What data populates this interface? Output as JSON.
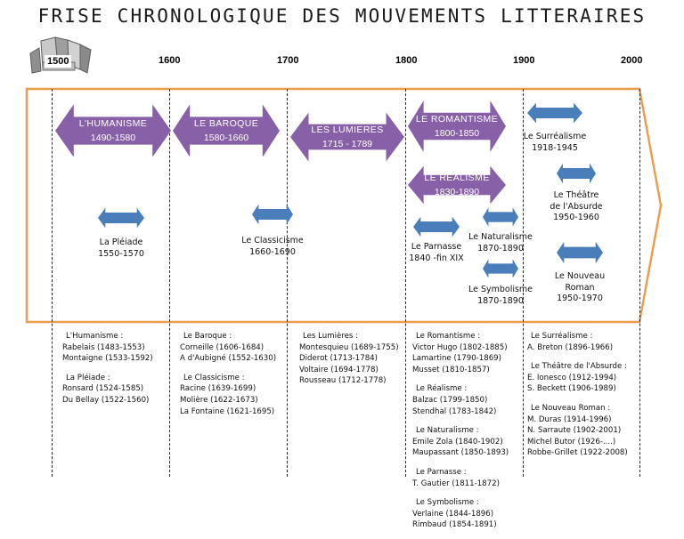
{
  "title": "FRISE CHRONOLOGIQUE DES MOUVEMENTS LITTERAIRES",
  "colors": {
    "purple": "#8860a8",
    "blue": "#4a7ebb",
    "frame_orange": "#ed9b4c",
    "guide": "#2b2b2b"
  },
  "scale": {
    "start_badge": "1500",
    "ticks": [
      "1600",
      "1700",
      "1800",
      "1900",
      "2000"
    ]
  },
  "major_movements": [
    {
      "name": "L'HUMANISME",
      "years": "1490-1580"
    },
    {
      "name": "LE BAROQUE",
      "years": "1580-1660"
    },
    {
      "name": "LES LUMIERES",
      "years": "1715 - 1789"
    },
    {
      "name": "LE ROMANTISME",
      "years": "1800-1850"
    },
    {
      "name": "LE REALISME",
      "years": "1830-1890"
    }
  ],
  "minor_movements": [
    {
      "name": "La Pléiade",
      "years": "1550-1570"
    },
    {
      "name": "Le Classicisme",
      "years": "1660-1690"
    },
    {
      "name": "Le Parnasse",
      "years": "1840 -fin XIX"
    },
    {
      "name": "Le Naturalisme",
      "years": "1870-1890"
    },
    {
      "name": "Le Symbolisme",
      "years": "1870-1890"
    },
    {
      "name": "Le Surréalisme",
      "years": "1918-1945"
    },
    {
      "name": "Le Théâtre de l'Absurde",
      "years": "1950-1960"
    },
    {
      "name": "Le Nouveau Roman",
      "years": "1950-1970"
    }
  ],
  "columns": [
    {
      "groups": [
        {
          "heading": "L'Humanisme :",
          "items": [
            "Rabelais (1483-1553)",
            "Montaigne (1533-1592)"
          ]
        },
        {
          "heading": "La Pléiade :",
          "items": [
            "Ronsard (1524-1585)",
            "Du Bellay (1522-1560)"
          ]
        }
      ]
    },
    {
      "groups": [
        {
          "heading": "Le Baroque :",
          "items": [
            "Corneille (1606-1684)",
            "A d'Aubigné (1552-1630)"
          ]
        },
        {
          "heading": "Le Classicisme :",
          "items": [
            "Racine (1639-1699)",
            "Molière (1622-1673)",
            "La Fontaine (1621-1695)"
          ]
        }
      ]
    },
    {
      "groups": [
        {
          "heading": "Les Lumières :",
          "items": [
            "Montesquieu (1689-1755)",
            "Diderot (1713-1784)",
            "Voltaire (1694-1778)",
            "Rousseau (1712-1778)"
          ]
        }
      ]
    },
    {
      "groups": [
        {
          "heading": "Le Romantisme :",
          "items": [
            "Victor Hugo (1802-1885)",
            "Lamartine (1790-1869)",
            "Musset (1810-1857)"
          ]
        },
        {
          "heading": "Le Réalisme :",
          "items": [
            "Balzac (1799-1850)",
            "Stendhal (1783-1842)"
          ]
        },
        {
          "heading": "Le Naturalisme :",
          "items": [
            "Emile Zola (1840-1902)",
            "Maupassant (1850-1893)"
          ]
        },
        {
          "heading": "Le Parnasse :",
          "items": [
            "T. Gautier (1811-1872)"
          ]
        },
        {
          "heading": "Le Symbolisme :",
          "items": [
            "Verlaine (1844-1896)",
            "Rimbaud (1854-1891)"
          ]
        }
      ]
    },
    {
      "groups": [
        {
          "heading": "Le Surréalisme :",
          "items": [
            "A. Breton (1896-1966)"
          ]
        },
        {
          "heading": "Le Théâtre de l'Absurde :",
          "items": [
            "E. Ionesco (1912-1994)",
            "S. Beckett (1906-1989)"
          ]
        },
        {
          "heading": "Le Nouveau Roman :",
          "items": [
            "M. Duras (1914-1996)",
            "N. Sarraute (1902-2001)",
            "Michel Butor (1926-....)",
            "Robbe-Grillet (1922-2008)"
          ]
        }
      ]
    }
  ]
}
